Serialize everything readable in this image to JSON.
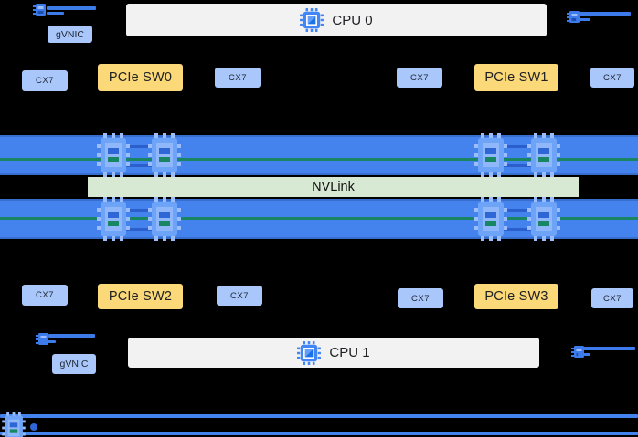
{
  "background": "#000000",
  "colors": {
    "rail_blue": "#4483EE",
    "nvlink_green_bg": "#D7E8D3",
    "device_blue": "#A9C7FA",
    "switch_yellow": "#FBD878",
    "cpu_gray": "#F2F2F2",
    "link_blue": "#3D7BEA",
    "nvlink_trace_green": "#188563"
  },
  "cpus": [
    {
      "label": "CPU 0"
    },
    {
      "label": "CPU 1"
    }
  ],
  "nvlink": {
    "label": "NVLink"
  },
  "gvnic": [
    {
      "label": "gVNIC"
    },
    {
      "label": "gVNIC"
    }
  ],
  "pcie_switches": [
    {
      "label": "PCIe SW0"
    },
    {
      "label": "PCIe SW1"
    },
    {
      "label": "PCIe SW2"
    },
    {
      "label": "PCIe SW3"
    }
  ],
  "nics_top": [
    {
      "label": "CX7"
    },
    {
      "label": "CX7"
    },
    {
      "label": "CX7"
    },
    {
      "label": "CX7"
    }
  ],
  "nics_bottom": [
    {
      "label": "CX7"
    },
    {
      "label": "CX7"
    },
    {
      "label": "CX7"
    },
    {
      "label": "CX7"
    }
  ],
  "icons": {
    "cpu_chip": "cpu-chip-icon",
    "gpu_chip": "gpu-chip-icon",
    "nic_chip": "nic-chip-icon"
  }
}
